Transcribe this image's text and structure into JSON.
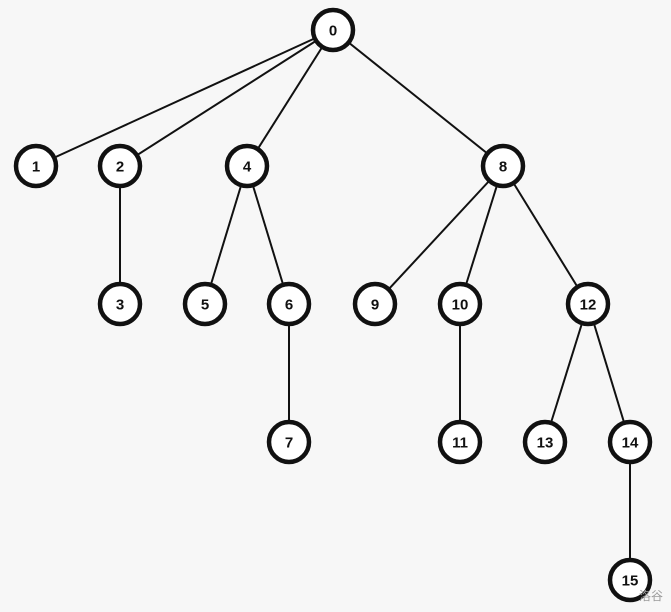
{
  "tree": {
    "nodes": [
      {
        "id": "0",
        "label": "0"
      },
      {
        "id": "1",
        "label": "1"
      },
      {
        "id": "2",
        "label": "2"
      },
      {
        "id": "3",
        "label": "3"
      },
      {
        "id": "4",
        "label": "4"
      },
      {
        "id": "5",
        "label": "5"
      },
      {
        "id": "6",
        "label": "6"
      },
      {
        "id": "7",
        "label": "7"
      },
      {
        "id": "8",
        "label": "8"
      },
      {
        "id": "9",
        "label": "9"
      },
      {
        "id": "10",
        "label": "10"
      },
      {
        "id": "11",
        "label": "11"
      },
      {
        "id": "12",
        "label": "12"
      },
      {
        "id": "13",
        "label": "13"
      },
      {
        "id": "14",
        "label": "14"
      },
      {
        "id": "15",
        "label": "15"
      }
    ],
    "edges": [
      [
        "0",
        "1"
      ],
      [
        "0",
        "2"
      ],
      [
        "0",
        "4"
      ],
      [
        "0",
        "8"
      ],
      [
        "2",
        "3"
      ],
      [
        "4",
        "5"
      ],
      [
        "4",
        "6"
      ],
      [
        "6",
        "7"
      ],
      [
        "8",
        "9"
      ],
      [
        "8",
        "10"
      ],
      [
        "8",
        "12"
      ],
      [
        "10",
        "11"
      ],
      [
        "12",
        "13"
      ],
      [
        "12",
        "14"
      ],
      [
        "14",
        "15"
      ]
    ]
  },
  "watermark": "洛谷"
}
